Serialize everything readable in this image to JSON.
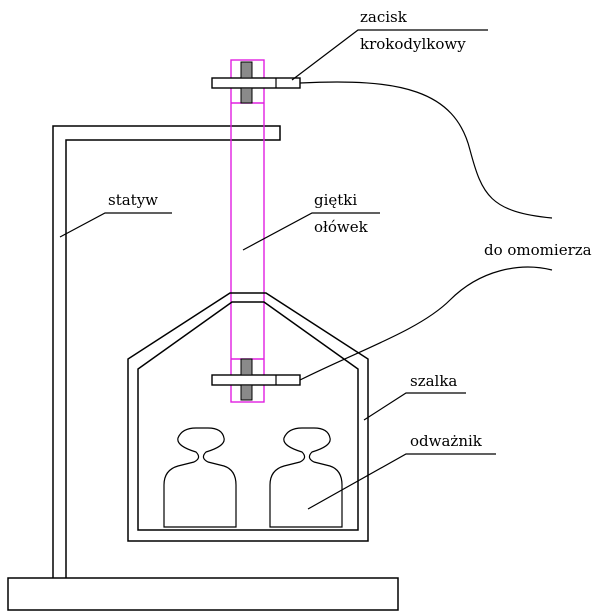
{
  "labels": {
    "clamp_line1": "zacisk",
    "clamp_line2": "krokodylkowy",
    "stand": "statyw",
    "pencil_line1": "giętki",
    "pencil_line2": "ołówek",
    "ohmmeter": "do omomierza",
    "pan": "szalka",
    "weight": "odważnik"
  },
  "colors": {
    "pencil_outline": "#e020e0",
    "line": "#000000",
    "screw": "#8a8a8a"
  }
}
